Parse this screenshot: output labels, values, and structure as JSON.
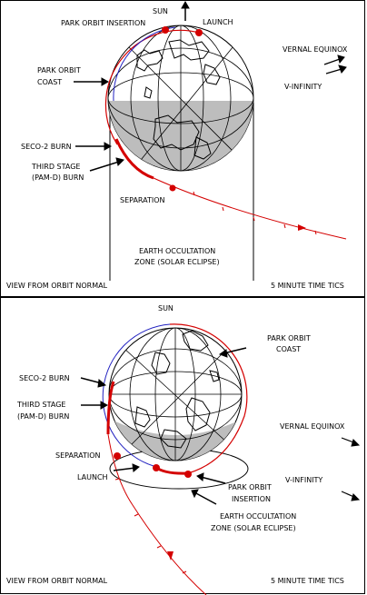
{
  "top": {
    "sun": "SUN",
    "park_orbit_insertion": "PARK ORBIT INSERTION",
    "launch": "LAUNCH",
    "park_orbit": "PARK ORBIT",
    "coast": "COAST",
    "vernal_equinox": "VERNAL EQUINOX",
    "v_infinity": "V-INFINITY",
    "seco2": "SECO-2 BURN",
    "third_stage": "THIRD STAGE",
    "pam_d": "(PAM-D) BURN",
    "separation": "SEPARATION",
    "occ_line1": "EARTH OCCULTATION",
    "occ_line2": "ZONE (SOLAR ECLIPSE)",
    "view": "VIEW FROM ORBIT NORMAL",
    "tics": "5 MINUTE TIME TICS"
  },
  "bottom": {
    "sun": "SUN",
    "park_orbit": "PARK ORBIT",
    "coast": "COAST",
    "seco2": "SECO-2 BURN",
    "third_stage": "THIRD STAGE",
    "pam_d": "(PAM-D) BURN",
    "vernal_equinox": "VERNAL EQUINOX",
    "separation": "SEPARATION",
    "launch": "LAUNCH",
    "park_orbit_ins1": "PARK ORBIT",
    "park_orbit_ins2": "INSERTION",
    "v_infinity": "V-INFINITY",
    "occ_line1": "EARTH OCCULTATION",
    "occ_line2": "ZONE (SOLAR ECLIPSE)",
    "view": "VIEW FROM ORBIT NORMAL",
    "tics": "5 MINUTE TIME TICS"
  },
  "colors": {
    "trajectory": "#d40000",
    "shadow": "#bdbdbd",
    "orbit_blue": "#2020c0"
  }
}
